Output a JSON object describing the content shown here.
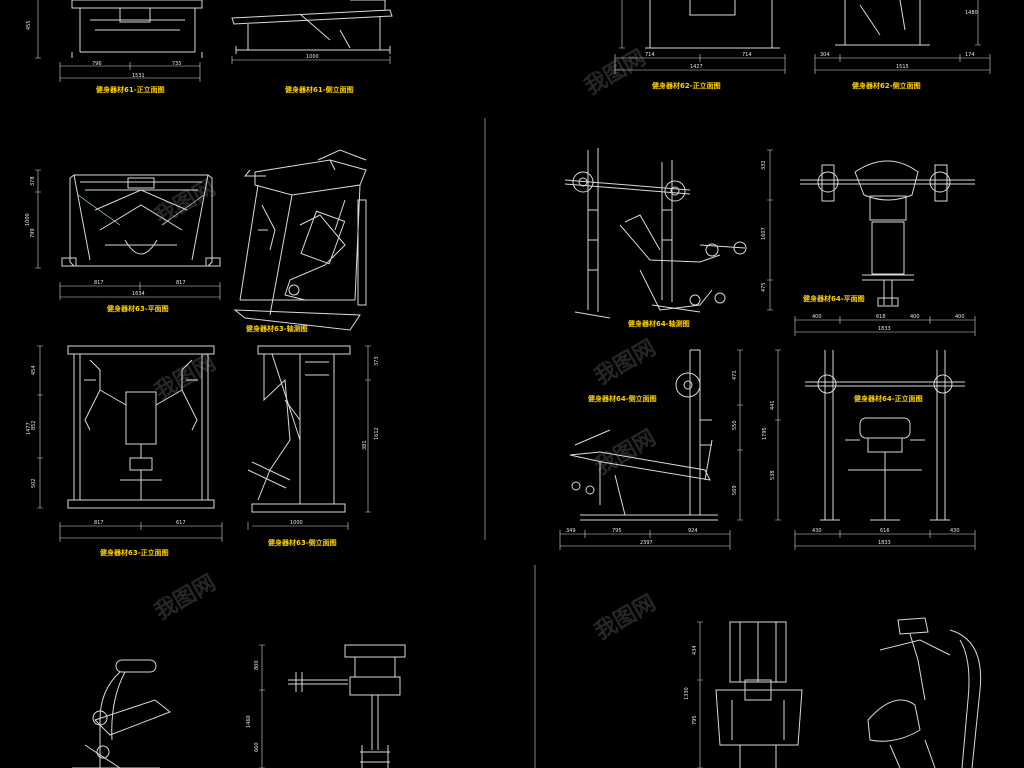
{
  "captions": {
    "c61_front": "健身器材61-正立面图",
    "c61_side": "健身器材61-侧立面图",
    "c62_front": "健身器材62-正立面图",
    "c62_side": "健身器材62-侧立面图",
    "c63_plan": "健身器材63-平面图",
    "c63_axo": "健身器材63-轴测图",
    "c63_front": "健身器材63-正立面图",
    "c63_side": "健身器材63-侧立面图",
    "c64_axo": "健身器材64-轴测图",
    "c64_plan": "健身器材64-平面图",
    "c64_side": "健身器材64-侧立面图",
    "c64_front": "健身器材64-正立面图"
  },
  "dims": {
    "d61a": "796",
    "d61b": "1531",
    "d61c": "735",
    "d61d": "1000",
    "d62a": "714",
    "d62b": "1427",
    "d62c": "714",
    "d62d": "304",
    "d62e": "1515",
    "d62f": "174",
    "d63a": "817",
    "d63b": "1634",
    "d63c": "817",
    "d63v1": "378",
    "d63v2": "1000",
    "d63v3": "799",
    "d63e": "817",
    "d63f": "617",
    "d63g": "1000",
    "d63v4": "454",
    "d63v5": "1477",
    "d63v6": "852",
    "d63v7": "502",
    "d63v8": "1612",
    "d63v9": "373",
    "d64a": "400",
    "d64b": "618",
    "d64c": "400",
    "d64d": "1833",
    "d64e": "400",
    "d64v1": "332",
    "d64v2": "1607",
    "d64v3": "475",
    "d64f": "349",
    "d64g": "795",
    "d64h": "924",
    "d64i": "2397",
    "d64v4": "471",
    "d64v5": "1795",
    "d64v6": "550",
    "d64v7": "441",
    "d64v8": "538",
    "d64j": "430",
    "d64k": "616",
    "d64l": "430",
    "d64m": "1833",
    "d65v1": "800",
    "d65v2": "1460",
    "d65v3": "660",
    "d66v1": "434",
    "d66v2": "1330",
    "d66v3": "795"
  },
  "watermark": "我图网"
}
